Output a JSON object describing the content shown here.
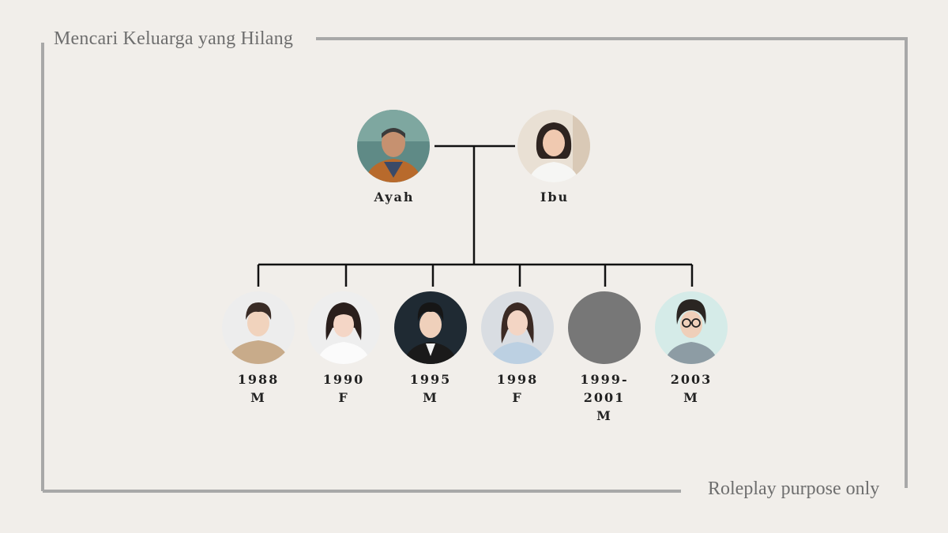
{
  "title": "Mencari Keluarga yang Hilang",
  "footer": "Roleplay purpose only",
  "parents": [
    {
      "label": "Ayah"
    },
    {
      "label": "Ibu"
    }
  ],
  "children": [
    {
      "year": "1988",
      "sex": "M"
    },
    {
      "year": "1990",
      "sex": "F"
    },
    {
      "year": "1995",
      "sex": "M"
    },
    {
      "year": "1998",
      "sex": "F"
    },
    {
      "year": "1999-",
      "year2": "2001",
      "sex": "M"
    },
    {
      "year": "2003",
      "sex": "M"
    }
  ],
  "colors": {
    "background": "#f1eeea",
    "frame": "#a8a8a8",
    "connector": "#111111",
    "placeholder": "#777777"
  }
}
